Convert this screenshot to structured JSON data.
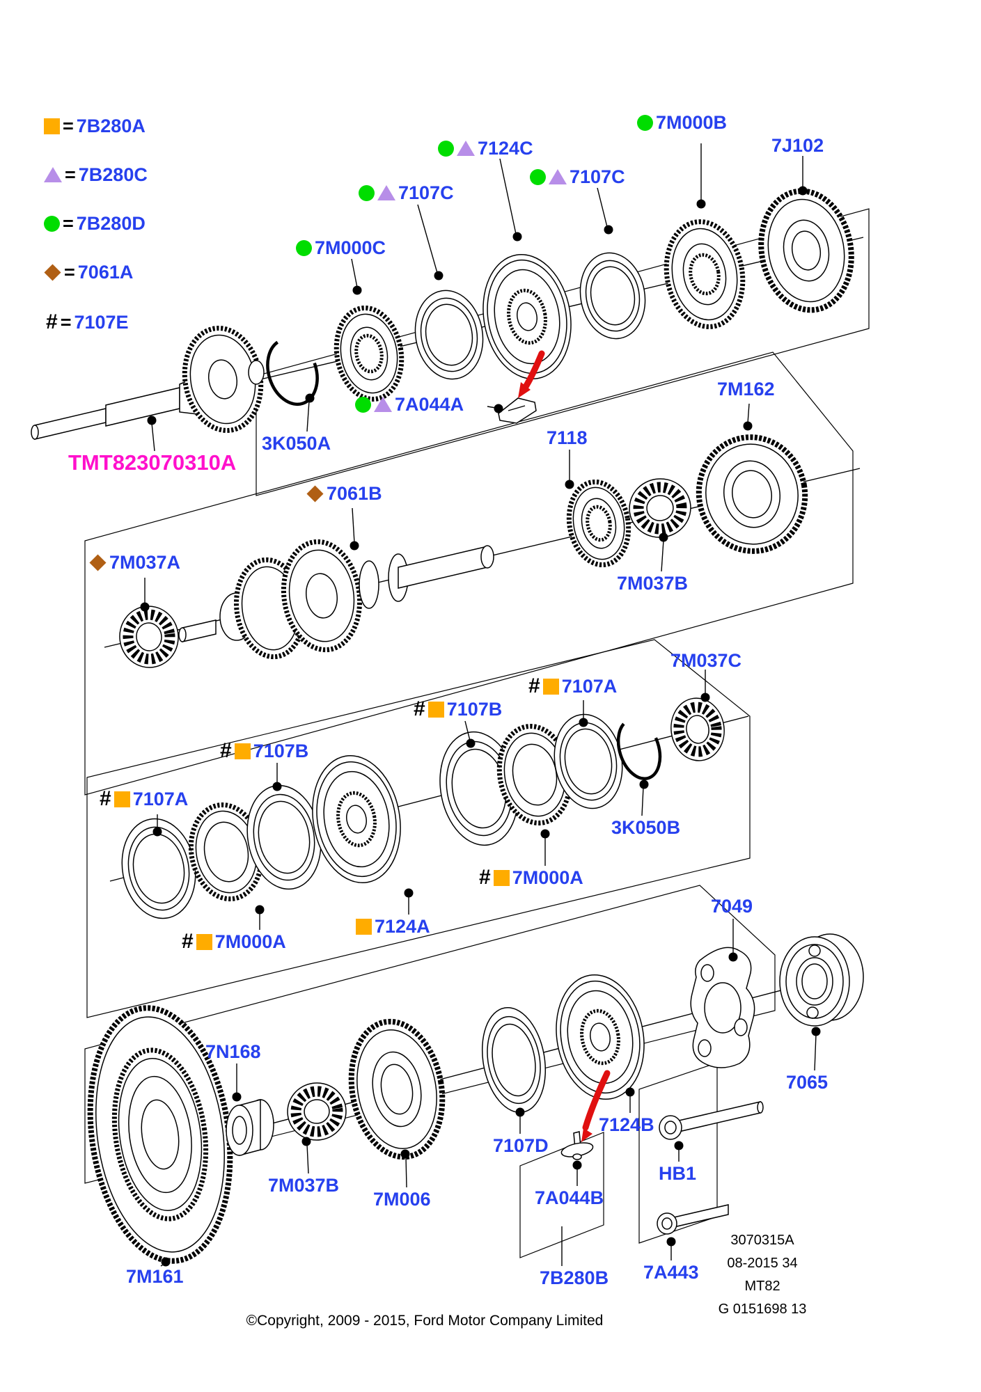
{
  "symbols": {
    "hash": "#",
    "eq": "="
  },
  "colors": {
    "label_blue": "#2640ee",
    "magenta": "#ff10cc",
    "green": "#00dd00",
    "purple": "#b78ee8",
    "orange": "#ffac00",
    "brown": "#b05f14",
    "red": "#e01010"
  },
  "legend": {
    "rows": [
      {
        "icon": "orange-square",
        "label": "7B280A"
      },
      {
        "icon": "purple-triangle",
        "label": "7B280C"
      },
      {
        "icon": "green-circle",
        "label": "7B280D"
      },
      {
        "icon": "brown-diamond",
        "label": "7061A"
      },
      {
        "icon": "hash",
        "label": "7107E"
      }
    ]
  },
  "parts": {
    "tmt": "TMT823070310A",
    "k3050a": "3K050A",
    "m000c": "7M000C",
    "c7124": "7124C",
    "c7107": "7107C",
    "m000b": "7M000B",
    "j102": "7J102",
    "a044a": "7A044A",
    "b7061": "7061B",
    "m037a": "7M037A",
    "p7118": "7118",
    "m162": "7M162",
    "m037b": "7M037B",
    "m037c": "7M037C",
    "a7107": "7107A",
    "b7107": "7107B",
    "k3050b": "3K050B",
    "m000a": "7M000A",
    "a7124": "7124A",
    "p7049": "7049",
    "p7065": "7065",
    "n168": "7N168",
    "m006": "7M006",
    "d7107": "7107D",
    "b7124": "7124B",
    "a044b": "7A044B",
    "hb1": "HB1",
    "a443": "7A443",
    "b280b": "7B280B",
    "m161": "7M161"
  },
  "info_block": {
    "line1": "3070315A",
    "line2": "08-2015 34",
    "line3": "MT82",
    "line4": "G 0151698 13"
  },
  "footer": {
    "copyright": "©Copyright, 2009 - 2015, Ford Motor Company Limited"
  }
}
